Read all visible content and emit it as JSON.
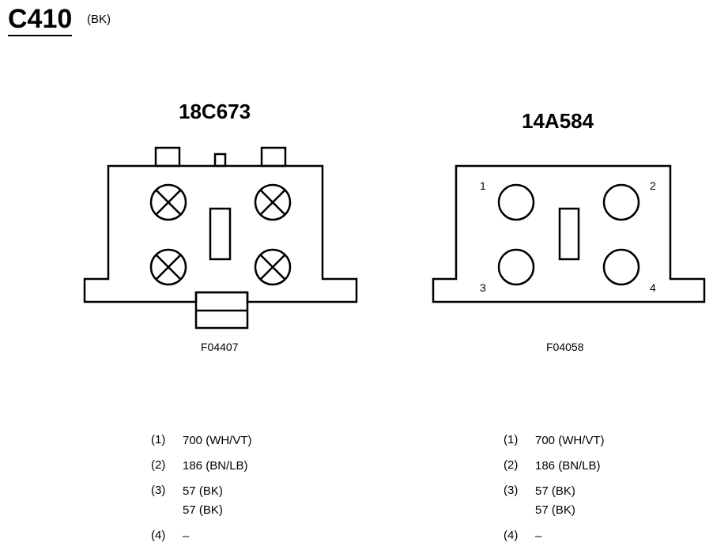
{
  "connector": {
    "id": "C410",
    "color": "(BK)"
  },
  "left": {
    "part_number": "18C673",
    "figure_id": "F04407",
    "pins": [
      {
        "num": "(1)",
        "lines": [
          "700 (WH/VT)"
        ]
      },
      {
        "num": "(2)",
        "lines": [
          "186 (BN/LB)"
        ]
      },
      {
        "num": "(3)",
        "lines": [
          "57 (BK)",
          "57 (BK)"
        ]
      },
      {
        "num": "(4)",
        "lines": [
          "–"
        ]
      }
    ]
  },
  "right": {
    "part_number": "14A584",
    "figure_id": "F04058",
    "pin_labels": [
      "1",
      "2",
      "3",
      "4"
    ],
    "pins": [
      {
        "num": "(1)",
        "lines": [
          "700 (WH/VT)"
        ]
      },
      {
        "num": "(2)",
        "lines": [
          "186 (BN/LB)"
        ]
      },
      {
        "num": "(3)",
        "lines": [
          "57 (BK)",
          "57 (BK)"
        ]
      },
      {
        "num": "(4)",
        "lines": [
          "–"
        ]
      }
    ]
  }
}
